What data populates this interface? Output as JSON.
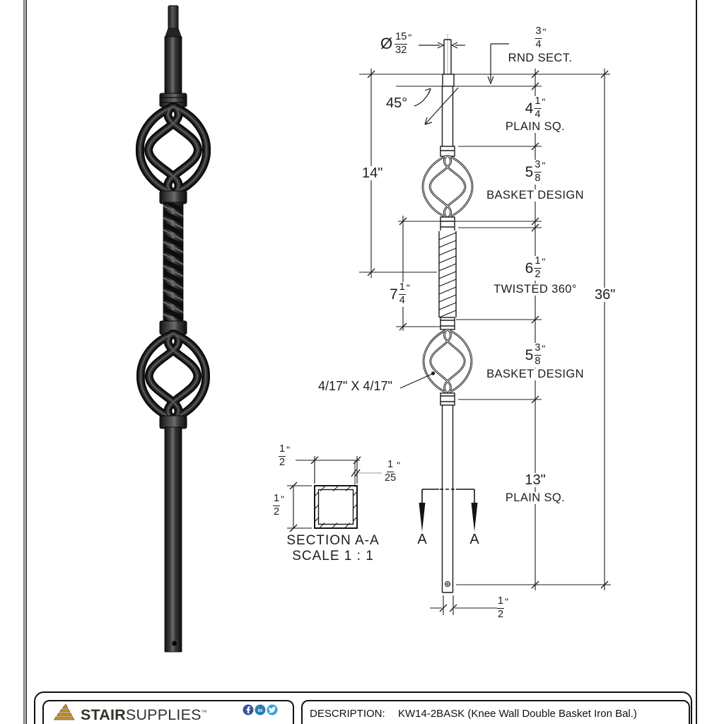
{
  "dims": {
    "diameter": {
      "prefix": "Ø",
      "num": "15",
      "den": "32",
      "unit": "\""
    },
    "rnd_sect": {
      "num": "3",
      "den": "4",
      "unit": "\"",
      "caption": "RND SECT."
    },
    "chamfer_angle": "45°",
    "plain_sq_top": {
      "whole": "4",
      "num": "1",
      "den": "4",
      "unit": "\"",
      "caption": "PLAIN SQ."
    },
    "basket_top": {
      "whole": "5",
      "num": "3",
      "den": "8",
      "unit": "\"",
      "caption": "BASKET DESIGN"
    },
    "upper_length": "14\"",
    "twisted": {
      "whole": "6",
      "num": "1",
      "den": "2",
      "unit": "\"",
      "caption": "TWISTED 360°"
    },
    "twist_length": {
      "whole": "7",
      "num": "1",
      "den": "4",
      "unit": "\""
    },
    "overall_length": "36\"",
    "basket_bottom": {
      "whole": "5",
      "num": "3",
      "den": "8",
      "unit": "\"",
      "caption": "BASKET DESIGN"
    },
    "basket_size": "4/17\" X 4/17\"",
    "plain_sq_bottom": {
      "whole": "13\"",
      "caption": "PLAIN SQ."
    },
    "bottom_width": {
      "num": "1",
      "den": "2",
      "unit": "\""
    },
    "section_marker": "A"
  },
  "section_view": {
    "width": {
      "num": "1",
      "den": "2",
      "unit": "\""
    },
    "height": {
      "num": "1",
      "den": "2",
      "unit": "\""
    },
    "wall": {
      "num": "1",
      "den": "25",
      "unit": "\""
    },
    "title": "SECTION A-A",
    "scale": "SCALE 1 : 1"
  },
  "title_block": {
    "brand_bold": "STAIR",
    "brand_light": "SUPPLIES",
    "trademark": "™",
    "social_icons": [
      "facebook-icon",
      "linkedin-icon",
      "twitter-icon"
    ],
    "description_label": "DESCRIPTION:",
    "description_value": "KW14-2BASK (Knee Wall Double Basket Iron Bal.)"
  },
  "colors": {
    "line": "#1a1a1a",
    "metal_dark": "#161616",
    "logo_gold": "#c28f2c",
    "facebook_blue": "#35569b",
    "linkedin_blue": "#2d7ab0",
    "twitter_blue": "#34a3dd"
  }
}
